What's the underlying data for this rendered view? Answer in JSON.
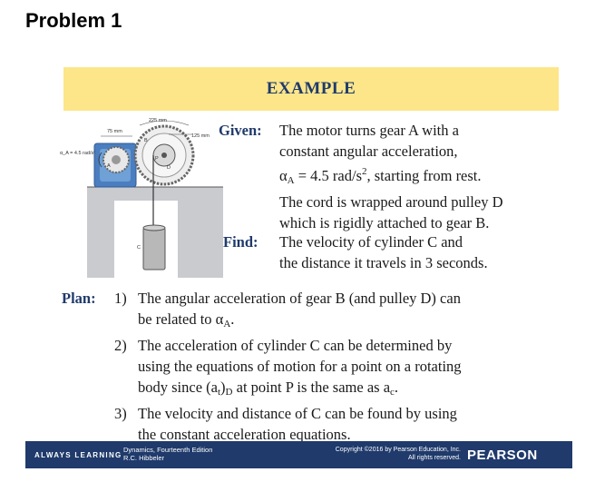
{
  "page_heading": "Problem 1",
  "banner": "EXAMPLE",
  "figure": {
    "dim_top": "225 mm",
    "dim_left": "75 mm",
    "dim_right": "125 mm",
    "alpha_label": "α_A = 4.5 rad/s²",
    "label_A": "A",
    "label_B": "B",
    "label_P": "P",
    "label_D": "D",
    "label_C": "C"
  },
  "given": {
    "label": "Given:",
    "lines": {
      "l1": "The motor turns gear A with a",
      "l2": "constant angular acceleration,",
      "l3_alpha": "α",
      "l3_sub": "A",
      "l3_eq": " = 4.5 rad/s",
      "l3_sup": "2",
      "l3_rest": ", starting from rest.",
      "l4": "The cord is wrapped around pulley D",
      "l5": "which is rigidly attached to gear B."
    }
  },
  "find": {
    "label": "Find:",
    "l1": "The velocity of cylinder C and",
    "l2": "the distance it travels in 3 seconds."
  },
  "plan": {
    "label": "Plan:",
    "item1": {
      "num": "1)",
      "l1": "The angular acceleration of gear B (and pulley D) can",
      "l2_pre": "be related to α",
      "l2_sub": "A",
      "l2_post": "."
    },
    "item2": {
      "num": "2)",
      "l1": "The acceleration of cylinder C can be determined by",
      "l2": "using the equations of motion for a point on a rotating",
      "l3_pre": "body since (a",
      "l3_sub1": "t",
      "l3_mid": ")",
      "l3_sub2": "D",
      "l3_post": " at point P is the same as a",
      "l3_sub3": "c",
      "l3_end": "."
    },
    "item3": {
      "num": "3)",
      "l1": "The velocity and distance of C can be found by using",
      "l2": "the constant acceleration equations."
    }
  },
  "footer": {
    "always_learning": "ALWAYS LEARNING",
    "book_title": "Dynamics, Fourteenth Edition",
    "book_author": "R.C. Hibbeler",
    "copyright": "Copyright ©2016 by Pearson Education, Inc.",
    "rights": "All rights reserved.",
    "brand": "PEARSON"
  },
  "colors": {
    "banner_fill": "#fde68a",
    "heading_navy": "#1f3a6b",
    "footer_fill": "#1f3a6b"
  }
}
